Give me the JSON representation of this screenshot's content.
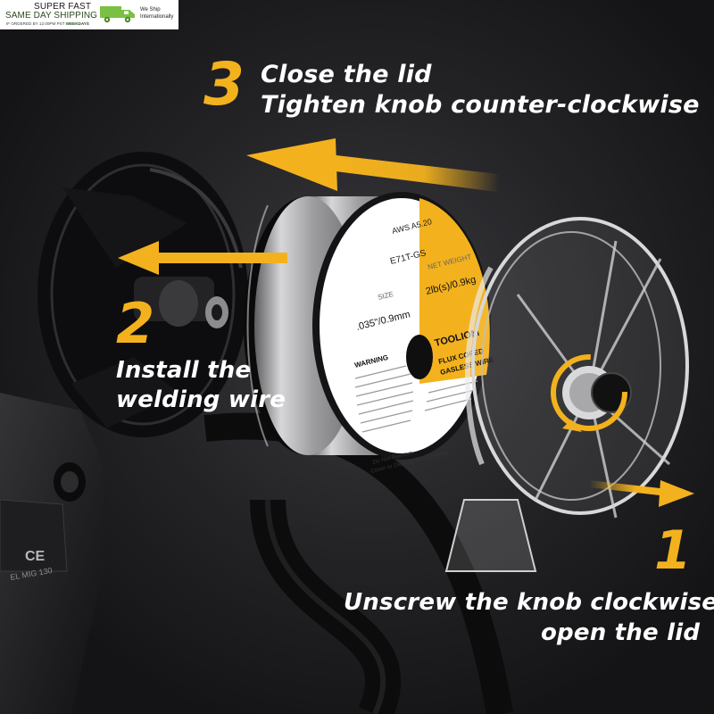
{
  "banner": {
    "line1": "SUPER FAST",
    "line2": "SAME DAY SHIPPING",
    "line3_prefix": "IF ORDERED BY 12:00PM PST",
    "line3_emph": "WEEKDAYS",
    "ship_line1": "We Ship",
    "ship_line2": "Internationally",
    "truck_icon": "truck-icon"
  },
  "steps": [
    {
      "number": "3",
      "line1": "Close the lid",
      "line2": "Tighten knob counter-clockwise"
    },
    {
      "number": "2",
      "line1": "Install the",
      "line2": "welding wire"
    },
    {
      "number": "1",
      "line1": "Unscrew the knob clockwise",
      "line2": "open the lid"
    }
  ],
  "spool_label": {
    "spec": "AWS A5.20",
    "grade": "E71T-GS",
    "size_title": "SIZE",
    "size_value": ".035\"/0.9mm",
    "weight_title": "NET WEIGHT",
    "weight_value": "2lb(s)/0.9kg",
    "brand": "TOOLIOM",
    "product_line1": "FLUX CORED",
    "product_line2": "GASLESS WIRE",
    "warning_title": "WARNING",
    "footer_line1": "Do Not Remove,",
    "footer_line2": "Cover or Destroy This Warning."
  },
  "welder_markings": {
    "ce": "CE",
    "model": "EL MIG 130"
  },
  "colors": {
    "accent": "#f3b21d",
    "background": "#1b1b1d",
    "text": "#ffffff",
    "banner_green": "#2a4a1c"
  }
}
